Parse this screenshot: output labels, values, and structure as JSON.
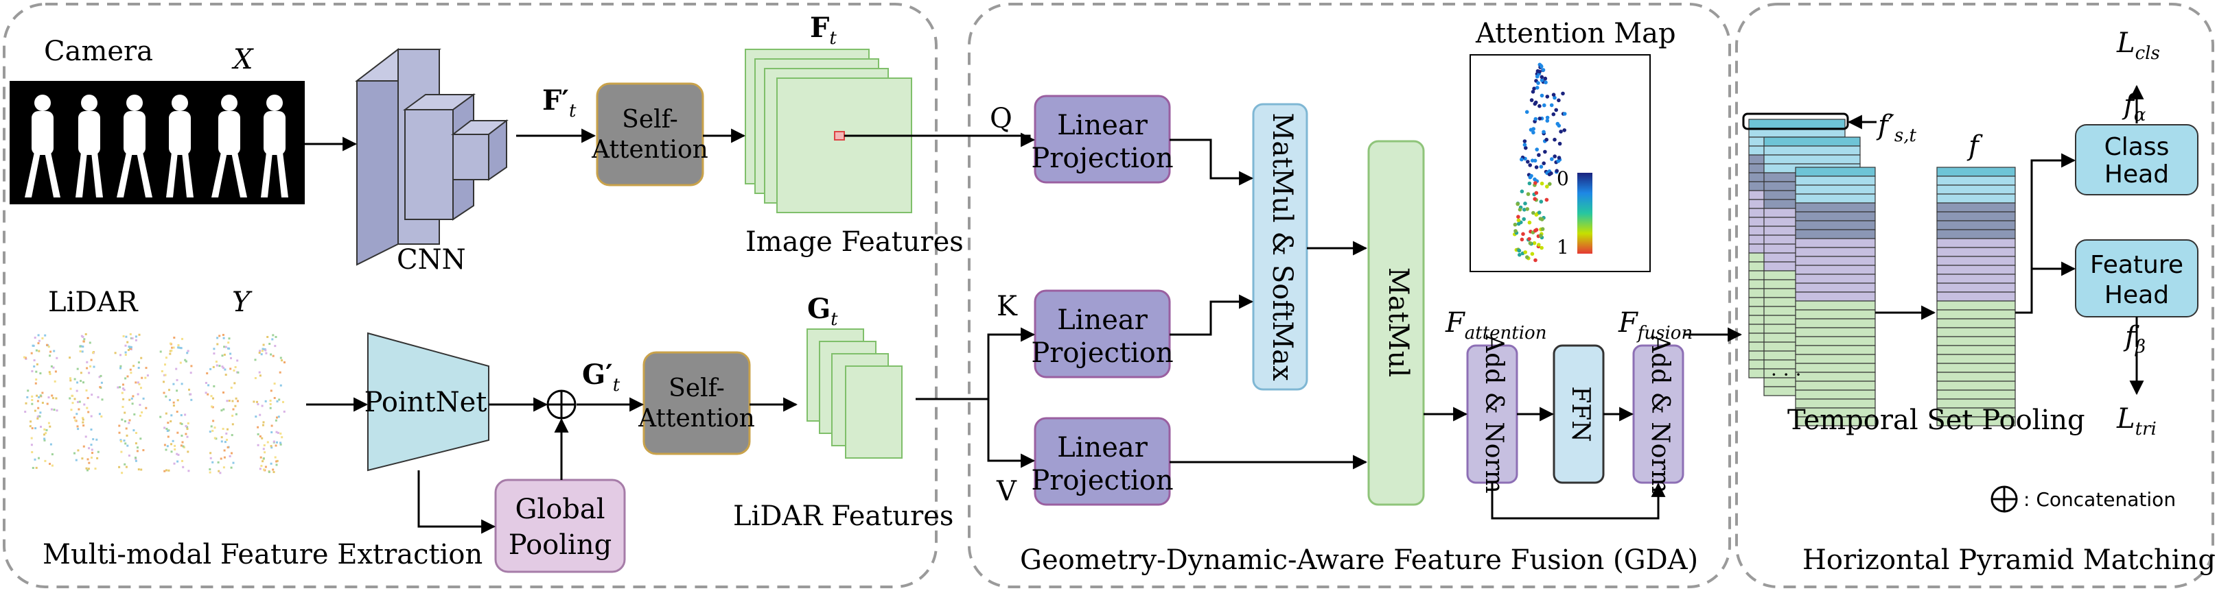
{
  "sections": {
    "extraction": "Multi-modal Feature Extraction",
    "fusion": "Geometry-Dynamic-Aware Feature Fusion (GDA)",
    "matching": "Horizontal Pyramid Matching"
  },
  "camera": {
    "label": "Camera",
    "var": "X"
  },
  "lidar": {
    "label": "LiDAR",
    "var": "Y"
  },
  "cnn": {
    "label": "CNN"
  },
  "pointnet": {
    "label": "PointNet"
  },
  "global_pooling": {
    "line1": "Global",
    "line2": "Pooling"
  },
  "self_attention_img": {
    "line1": "Self-",
    "line2": "Attention"
  },
  "self_attention_lidar": {
    "line1": "Self-",
    "line2": "Attention"
  },
  "f_prime": {
    "base": "F",
    "prime": "′",
    "sub": "t"
  },
  "g_prime": {
    "base": "G",
    "prime": "′",
    "sub": "t"
  },
  "f_t": {
    "base": "F",
    "sub": "t"
  },
  "g_t": {
    "base": "G",
    "sub": "t"
  },
  "image_features": "Image Features",
  "lidar_features": "LiDAR Features",
  "qkv": {
    "q": "Q",
    "k": "K",
    "v": "V"
  },
  "linear_projection": {
    "line1": "Linear",
    "line2": "Projection"
  },
  "matmul_softmax": "MatMul & SoftMax",
  "matmul": "MatMul",
  "attention_map": {
    "title": "Attention Map",
    "scale_top": "0",
    "scale_bottom": "1"
  },
  "f_attention": {
    "base": "F",
    "sub": "attention"
  },
  "f_fusion": {
    "base": "F",
    "sub": "fusion"
  },
  "add_norm": "Add & Norm",
  "ffn": "FFN",
  "temporal_set_pooling": "Temporal Set Pooling",
  "f_st": {
    "base": "f",
    "prime": "′",
    "sub": "s,t"
  },
  "f_pooled": "f",
  "class_head": {
    "line1": "Class",
    "line2": "Head"
  },
  "feature_head": {
    "line1": "Feature",
    "line2": "Head"
  },
  "f_alpha": {
    "base": "f",
    "sub": "α"
  },
  "f_beta": {
    "base": "f",
    "sub": "β"
  },
  "l_cls": {
    "base": "L",
    "sub": "cls"
  },
  "l_tri": {
    "base": "L",
    "sub": "tri"
  },
  "ellipsis": "· · ·",
  "legend": {
    "symbol": "⊕",
    "text": ": Concatenation"
  },
  "colors": {
    "cnn_face": "#b5b9d8",
    "self_attention": "#8c8c8c",
    "feature_map": "#d6ecce",
    "linear_projection": "#a19ed0",
    "matmul_softmax": "#c9e4f2",
    "matmul": "#d3ebcc",
    "add_norm": "#c6bfe0",
    "ffn": "#c9e4f2",
    "global_pooling": "#e3cbe4",
    "pointnet": "#bfe2ea",
    "head": "#a8dcec"
  }
}
